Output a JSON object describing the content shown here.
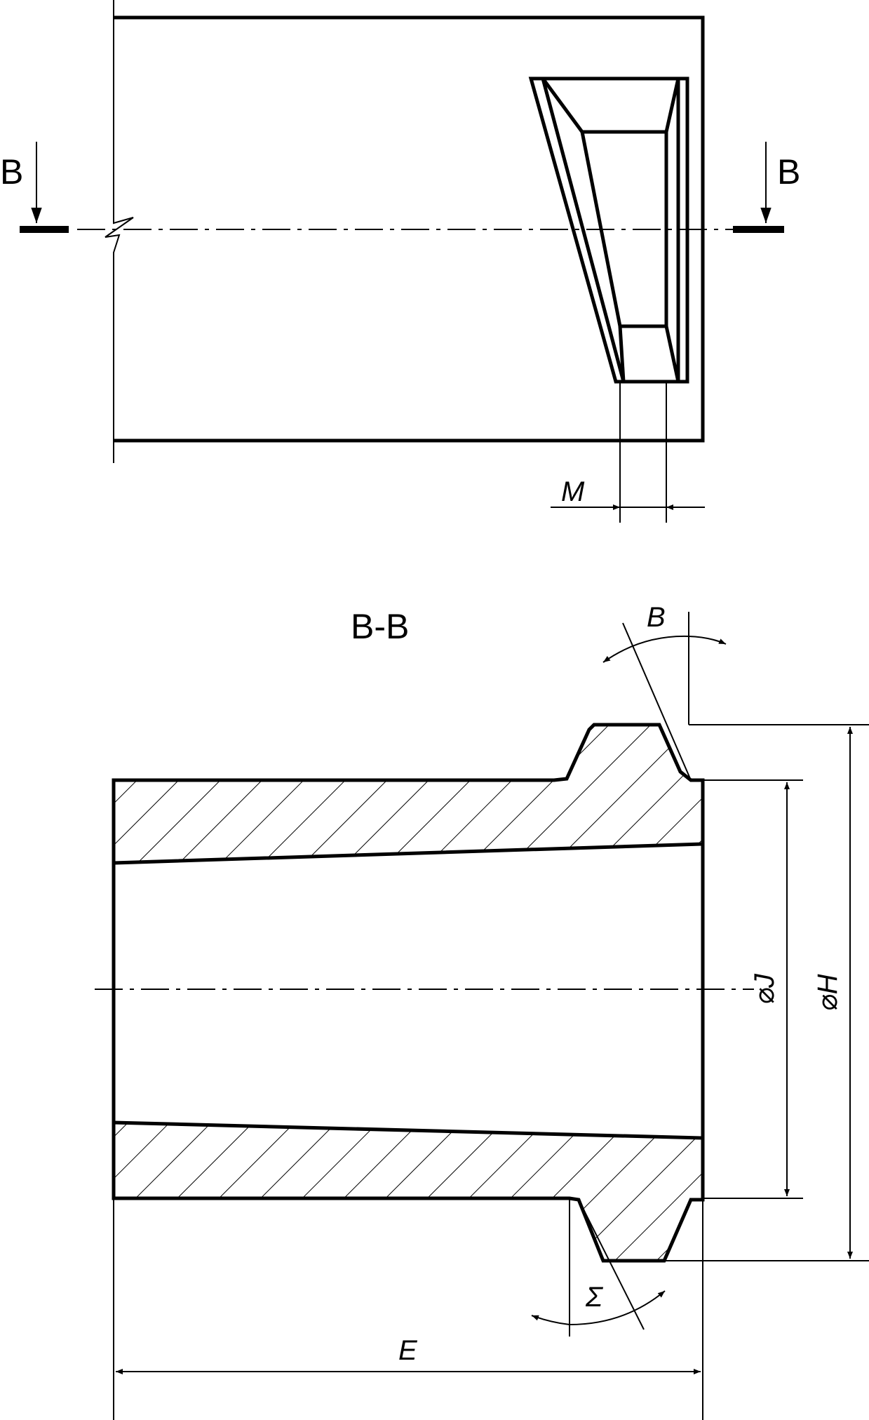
{
  "labels": {
    "section_arrow_left": "B",
    "section_arrow_right": "B",
    "section_title": "B-B",
    "dim_m": "M",
    "angle_b": "B",
    "angle_sigma": "Σ",
    "dim_e": "E",
    "dim_j": "⌀J",
    "dim_h": "⌀H"
  }
}
